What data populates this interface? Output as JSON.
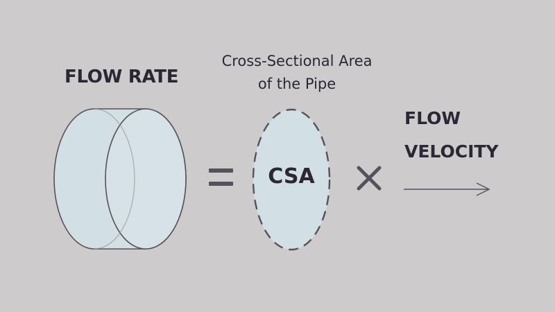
{
  "flow_rate": {
    "title": "FLOW RATE"
  },
  "cross_section": {
    "title": "Cross-Sectional Area of the Pipe",
    "abbreviation": "CSA"
  },
  "velocity": {
    "title_line1": "FLOW",
    "title_line2": "VELOCITY"
  },
  "operators": {
    "equals": "equals-sign",
    "times": "multiply-sign"
  },
  "colors": {
    "background": "#cdcbcc",
    "shape_fill": "#d2dfe4",
    "stroke": "#55525a",
    "text": "#2b2735"
  }
}
